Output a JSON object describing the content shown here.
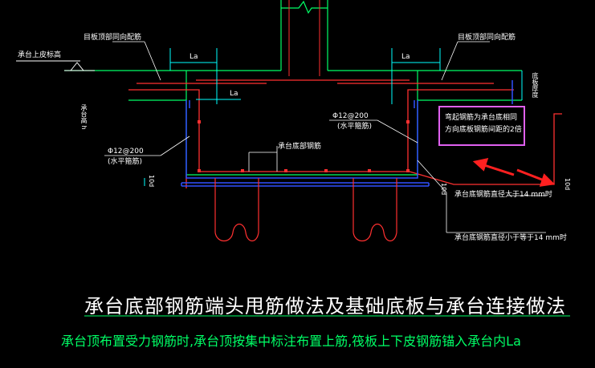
{
  "labels": {
    "top_rebar_left": "目板顶部同向配筋",
    "top_rebar_right": "目板顶部同向配筋",
    "cap_top_elev": "承台上皮标高",
    "la_top_left": "La",
    "la_top_right": "La",
    "la_mid": "La",
    "cap_height": "承台高 h",
    "slab_thickness": "底板厚度",
    "phi12_left": "Φ12@200",
    "phi12_left_sub": "(水平箍筋)",
    "phi12_right": "Φ12@200",
    "phi12_right_sub": "(水平箍筋)",
    "bottom_rebar": "承台底部钢筋",
    "callout_line1": "弯起钢筋为承台底相同",
    "callout_line2": "方向底板钢筋间距的2倍",
    "dim_10d_left": "10d",
    "dim_10d_mid": "10d",
    "dim_10d_right": "10d",
    "note_gt14": "承台底钢筋直径大于14 mm时",
    "note_le14": "承台底钢筋直径小于等于14 mm时"
  },
  "title": "承台底部钢筋端头甩筋做法及基础底板与承台连接做法",
  "footnote": "承台顶布置受力钢筋时,承台顶按集中标注布置上筋,筏板上下皮钢筋锚入承台内La",
  "colors": {
    "background": "#000000",
    "slab_outline": "#00ff66",
    "rebar": "#ff3030",
    "stirrup": "#3050ff",
    "dimension": "#00ffff",
    "callout_border": "#e060f0",
    "footnote_text": "#00ff66"
  }
}
